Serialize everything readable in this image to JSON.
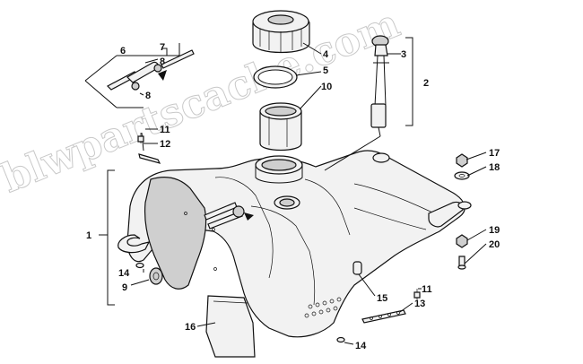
{
  "watermark": "blwpartscache.com",
  "callouts": {
    "c1": "1",
    "c2": "2",
    "c3": "3",
    "c4": "4",
    "c5": "5",
    "c6": "6",
    "c7": "7",
    "c8a": "8",
    "c8b": "8",
    "c9": "9",
    "c10": "10",
    "c11a": "11",
    "c11b": "11",
    "c12": "12",
    "c13": "13",
    "c14a": "14",
    "c14b": "14",
    "c15": "15",
    "c16": "16",
    "c17": "17",
    "c18": "18",
    "c19": "19",
    "c20": "20"
  },
  "colors": {
    "line": "#111111",
    "fill": "#f2f2f2",
    "watermark": "#c9c9c9"
  }
}
